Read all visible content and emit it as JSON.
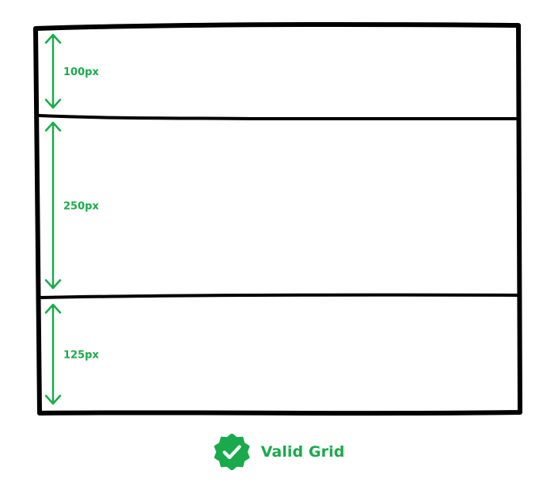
{
  "colors": {
    "accent": "#1aaa4b",
    "outline": "#000000"
  },
  "grid": {
    "rows": [
      {
        "label": "100px",
        "size": 100
      },
      {
        "label": "250px",
        "size": 250
      },
      {
        "label": "125px",
        "size": 125
      }
    ]
  },
  "status": {
    "icon": "verified-badge-checkmark-icon",
    "text": "Valid Grid"
  }
}
